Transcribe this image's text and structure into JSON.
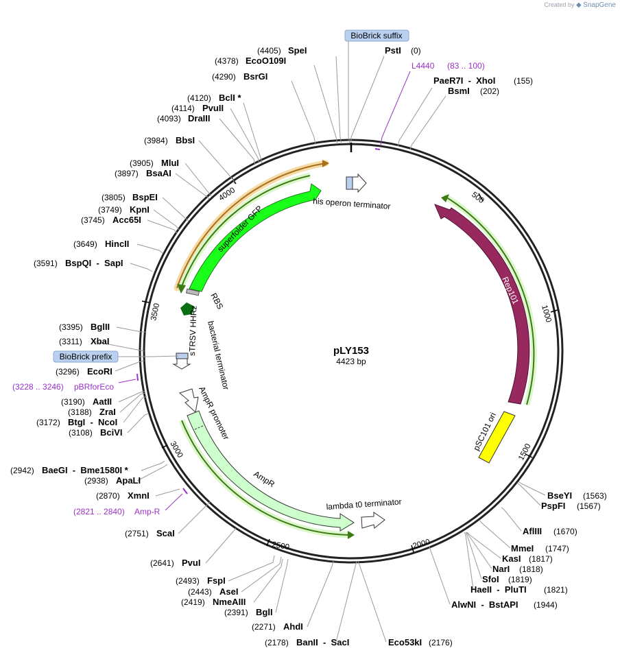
{
  "credit": {
    "prefix": "Created by",
    "brand": "SnapGene"
  },
  "plasmid": {
    "name": "pLY153",
    "size_label": "4423 bp",
    "length": 4423
  },
  "ticks": [
    "500",
    "1000",
    "1500",
    "2000",
    "2500",
    "3000",
    "3500",
    "4000"
  ],
  "features": [
    {
      "name": "his operon terminator",
      "color": "#b9d0ef"
    },
    {
      "name": "superfolder GFP",
      "color": "#19ff19"
    },
    {
      "name": "RBS",
      "color": "#bbbbbb"
    },
    {
      "name": "sTRSV HHRz",
      "color": "#0b6e12"
    },
    {
      "name": "bacterial terminator",
      "color": "#b9d0ef"
    },
    {
      "name": "AmpR promoter",
      "color": "#ffffff"
    },
    {
      "name": "AmpR",
      "color": "#ccffcc"
    },
    {
      "name": "lambda t0 terminator",
      "color": "#ffffff"
    },
    {
      "name": "Rep101",
      "color": "#98295e"
    },
    {
      "name": "pSC101 ori",
      "color": "#ffff00"
    }
  ],
  "boxed_labels": [
    {
      "text": "BioBrick suffix"
    },
    {
      "text": "BioBrick prefix"
    }
  ],
  "primers": [
    {
      "name": "L4440",
      "range": "(83 .. 100)"
    },
    {
      "name": "pBRforEco",
      "range": "(3228 .. 3246)"
    },
    {
      "name": "Amp-R",
      "range": "(2821 .. 2840)"
    }
  ],
  "sites": [
    {
      "pos": "(4405)",
      "name": "SpeI"
    },
    {
      "pos": "(4378)",
      "name": "EcoO109I"
    },
    {
      "pos": "(4290)",
      "name": "BsrGI"
    },
    {
      "pos": "(4120)",
      "name": "BclI *"
    },
    {
      "pos": "(4114)",
      "name": "PvuII"
    },
    {
      "pos": "(4093)",
      "name": "DraIII"
    },
    {
      "pos": "(3984)",
      "name": "BbsI"
    },
    {
      "pos": "(3905)",
      "name": "MluI"
    },
    {
      "pos": "(3897)",
      "name": "BsaAI"
    },
    {
      "pos": "(3805)",
      "name": "BspEI"
    },
    {
      "pos": "(3749)",
      "name": "KpnI"
    },
    {
      "pos": "(3745)",
      "name": "Acc65I"
    },
    {
      "pos": "(3649)",
      "name": "HincII"
    },
    {
      "pos": "(3591)",
      "name": "BspQI  -  SapI"
    },
    {
      "pos": "(3395)",
      "name": "BglII"
    },
    {
      "pos": "(3311)",
      "name": "XbaI"
    },
    {
      "pos": "(3296)",
      "name": "EcoRI"
    },
    {
      "pos": "(3190)",
      "name": "AatII"
    },
    {
      "pos": "(3188)",
      "name": "ZraI"
    },
    {
      "pos": "(3172)",
      "name": "BtgI  -  NcoI"
    },
    {
      "pos": "(3108)",
      "name": "BciVI"
    },
    {
      "pos": "(2942)",
      "name": "BaeGI  -  Bme1580I *"
    },
    {
      "pos": "(2938)",
      "name": "ApaLI"
    },
    {
      "pos": "(2870)",
      "name": "XmnI"
    },
    {
      "pos": "(2751)",
      "name": "ScaI"
    },
    {
      "pos": "(2641)",
      "name": "PvuI"
    },
    {
      "pos": "(2493)",
      "name": "FspI"
    },
    {
      "pos": "(2443)",
      "name": "AseI"
    },
    {
      "pos": "(2419)",
      "name": "NmeAIII"
    },
    {
      "pos": "(2391)",
      "name": "BglI"
    },
    {
      "pos": "(2271)",
      "name": "AhdI"
    },
    {
      "pos": "(2178)",
      "name": "BanII  -  SacI"
    },
    {
      "pos": "(0)",
      "name": "PstI"
    },
    {
      "pos": "(155)",
      "name": "PaeR7I  -  XhoI"
    },
    {
      "pos": "(202)",
      "name": "BsmI"
    },
    {
      "pos": "(1563)",
      "name": "BseYI"
    },
    {
      "pos": "(1567)",
      "name": "PspFI"
    },
    {
      "pos": "(1670)",
      "name": "AflIII"
    },
    {
      "pos": "(1747)",
      "name": "MmeI"
    },
    {
      "pos": "(1817)",
      "name": "KasI"
    },
    {
      "pos": "(1818)",
      "name": "NarI"
    },
    {
      "pos": "(1819)",
      "name": "SfoI"
    },
    {
      "pos": "(1821)",
      "name": "HaeII  -  PluTI"
    },
    {
      "pos": "(1944)",
      "name": "AlwNI  -  BstAPI"
    },
    {
      "pos": "(2176)",
      "name": "Eco53kI"
    }
  ]
}
